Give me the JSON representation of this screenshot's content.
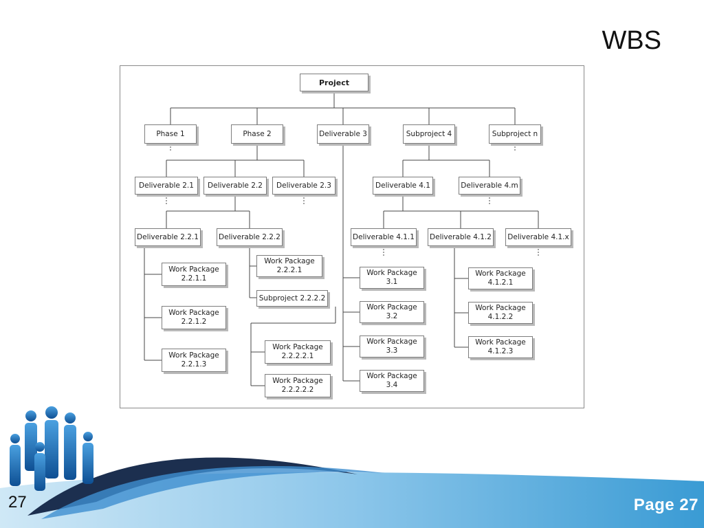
{
  "slide": {
    "title": "WBS",
    "slide_number": "27",
    "page_label": "Page 27"
  },
  "colors": {
    "footer_gradient_start": "#b9dcef",
    "footer_gradient_end": "#3a9bd4",
    "figure_blue": "#1f6fb3",
    "swoosh_dark": "#1c2f4f"
  },
  "wbs": {
    "root": "Project",
    "level1": [
      "Phase 1",
      "Phase 2",
      "Deliverable 3",
      "Subproject 4",
      "Subproject n"
    ],
    "phase2": [
      "Deliverable 2.1",
      "Deliverable 2.2",
      "Deliverable 2.3"
    ],
    "deliverable22": [
      "Deliverable 2.2.1",
      "Deliverable 2.2.2"
    ],
    "wp221": [
      "Work Package\n2.2.1.1",
      "Work Package\n2.2.1.2",
      "Work Package\n2.2.1.3"
    ],
    "d222": [
      "Work Package\n2.2.2.1",
      "Subproject 2.2.2.2"
    ],
    "sp2222": [
      "Work Package\n2.2.2.2.1",
      "Work Package\n2.2.2.2.2"
    ],
    "wp3": [
      "Work Package\n3.1",
      "Work Package\n3.2",
      "Work Package\n3.3",
      "Work Package\n3.4"
    ],
    "sub4": [
      "Deliverable 4.1",
      "Deliverable 4.m"
    ],
    "d41": [
      "Deliverable 4.1.1",
      "Deliverable 4.1.2",
      "Deliverable 4.1.x"
    ],
    "wp412": [
      "Work Package\n4.1.2.1",
      "Work Package\n4.1.2.2",
      "Work Package\n4.1.2.3"
    ]
  }
}
